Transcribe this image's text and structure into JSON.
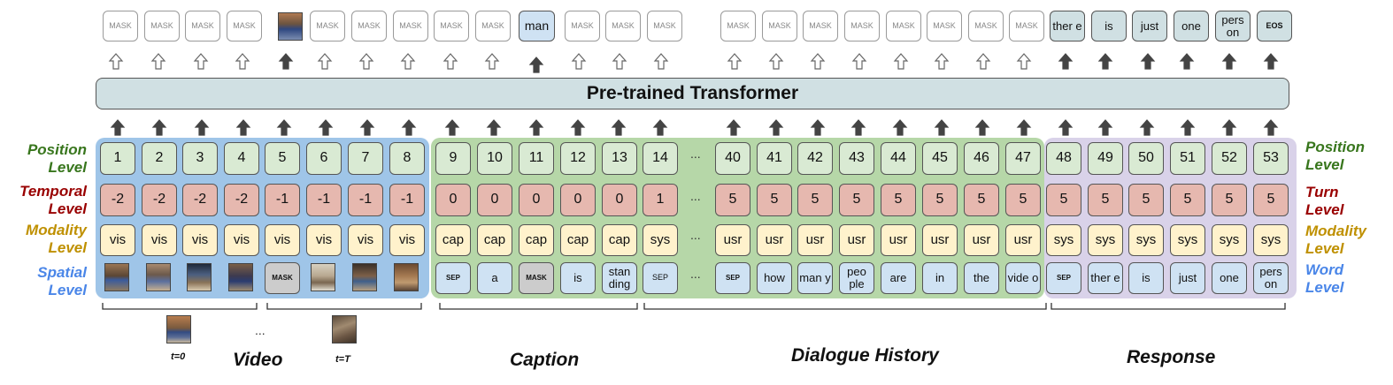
{
  "transformer_label": "Pre-trained Transformer",
  "left_labels": {
    "position": [
      "Position",
      "Level"
    ],
    "temporal": [
      "Temporal",
      "Level"
    ],
    "modality": [
      "Modality",
      "Level"
    ],
    "spatial": [
      "Spatial",
      "Level"
    ]
  },
  "right_labels": {
    "position": [
      "Position",
      "Level"
    ],
    "turn": [
      "Turn",
      "Level"
    ],
    "modality": [
      "Modality",
      "Level"
    ],
    "word": [
      "Word",
      "Level"
    ]
  },
  "colors": {
    "position_label": "#38761d",
    "temporal_label": "#990000",
    "modality_label": "#bf9000",
    "spatial_label": "#4a86e8",
    "video_region": "#9fc5e8",
    "caption_region": "#b6d7a8",
    "response_region": "#d9d2e9"
  },
  "video_outputs": [
    "MASK",
    "MASK",
    "MASK",
    "MASK",
    "",
    "MASK",
    "MASK",
    "MASK",
    "MASK",
    "MASK"
  ],
  "caption_outputs": [
    "man",
    "MASK",
    "MASK",
    "MASK"
  ],
  "history_outputs": [
    "MASK",
    "MASK",
    "MASK",
    "MASK",
    "MASK",
    "MASK",
    "MASK",
    "MASK"
  ],
  "response_outputs": [
    "ther e",
    "is",
    "just",
    "one",
    "pers on",
    "EOS"
  ],
  "video_tokens": {
    "position": [
      "1",
      "2",
      "3",
      "4",
      "5",
      "6",
      "7",
      "8"
    ],
    "temporal": [
      "-2",
      "-2",
      "-2",
      "-2",
      "-1",
      "-1",
      "-1",
      "-1"
    ],
    "modality": [
      "vis",
      "vis",
      "vis",
      "vis",
      "vis",
      "vis",
      "vis",
      "vis"
    ],
    "spatial_mask": "MASK"
  },
  "caption_tokens": {
    "position": [
      "9",
      "10",
      "11",
      "12",
      "13",
      "14"
    ],
    "temporal": [
      "0",
      "0",
      "0",
      "0",
      "0",
      "1"
    ],
    "modality": [
      "cap",
      "cap",
      "cap",
      "cap",
      "cap",
      "sys"
    ],
    "words": [
      "SEP",
      "a",
      "MASK",
      "is",
      "stan ding",
      "SEP"
    ]
  },
  "history_tokens": {
    "position": [
      "40",
      "41",
      "42",
      "43",
      "44",
      "45",
      "46",
      "47"
    ],
    "temporal": [
      "5",
      "5",
      "5",
      "5",
      "5",
      "5",
      "5",
      "5"
    ],
    "modality": [
      "usr",
      "usr",
      "usr",
      "usr",
      "usr",
      "usr",
      "usr",
      "usr"
    ],
    "words": [
      "SEP",
      "how",
      "man y",
      "peo ple",
      "are",
      "in",
      "the",
      "vide o"
    ]
  },
  "response_tokens": {
    "position": [
      "48",
      "49",
      "50",
      "51",
      "52",
      "53"
    ],
    "temporal": [
      "5",
      "5",
      "5",
      "5",
      "5",
      "5"
    ],
    "modality": [
      "sys",
      "sys",
      "sys",
      "sys",
      "sys",
      "sys"
    ],
    "words": [
      "SEP",
      "ther e",
      "is",
      "just",
      "one",
      "pers on"
    ]
  },
  "ellipsis": "...",
  "sections": {
    "video": "Video",
    "caption": "Caption",
    "dialogue_history": "Dialogue History",
    "response": "Response"
  },
  "frame_labels": [
    "t=0",
    "t=T"
  ]
}
